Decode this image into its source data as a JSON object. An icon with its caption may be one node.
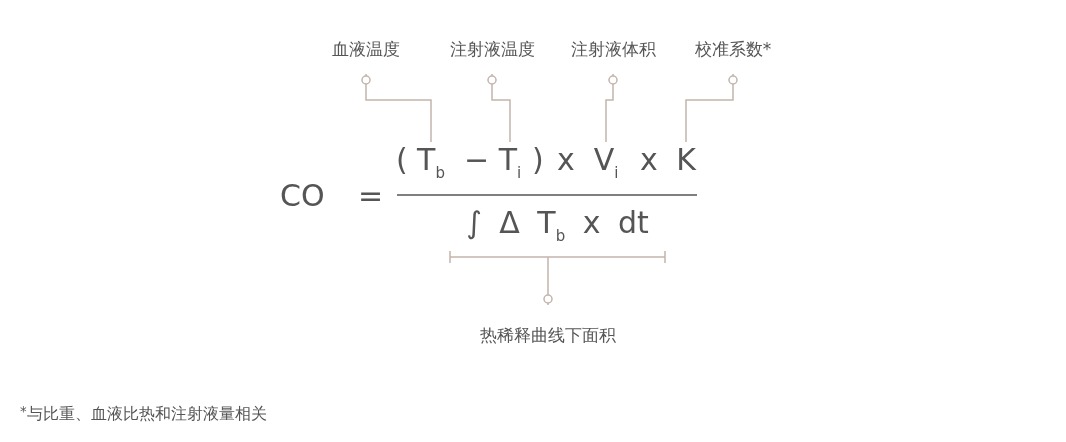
{
  "diagram": {
    "nodes": [
      {
        "text": [
          "血液温度"
        ]
      },
      {
        "text": [
          "注射液温度"
        ]
      },
      {
        "text": [
          "注射液体积"
        ]
      },
      {
        "text": [
          "校准系数*"
        ]
      },
      {
        "text": [
          "T$_{b}$"
        ]
      },
      {
        "text": [
          "T$_{i}$"
        ]
      },
      {
        "text": [
          "V$_{i}$"
        ]
      },
      {
        "text": [
          "K"
        ]
      },
      {
        "text": [
          "∫ Δ T$_{b}$ x dt"
        ]
      },
      {
        "text": [
          "热稀释曲线下面积"
        ]
      }
    ],
    "edges": [
      {
        "from": 0,
        "to": 4,
        "arrow": "other"
      },
      {
        "from": 1,
        "to": 5,
        "arrow": "other"
      },
      {
        "from": 2,
        "to": 6,
        "arrow": "other"
      },
      {
        "from": 3,
        "to": 7,
        "arrow": "other"
      },
      {
        "from": 9,
        "to": 8,
        "arrow": "other"
      }
    ],
    "labels": [
      "CO",
      "=",
      "(",
      "−",
      ")",
      "x",
      "x",
      "$^{*}$与比重、血液比热和注射液量相关"
    ]
  }
}
